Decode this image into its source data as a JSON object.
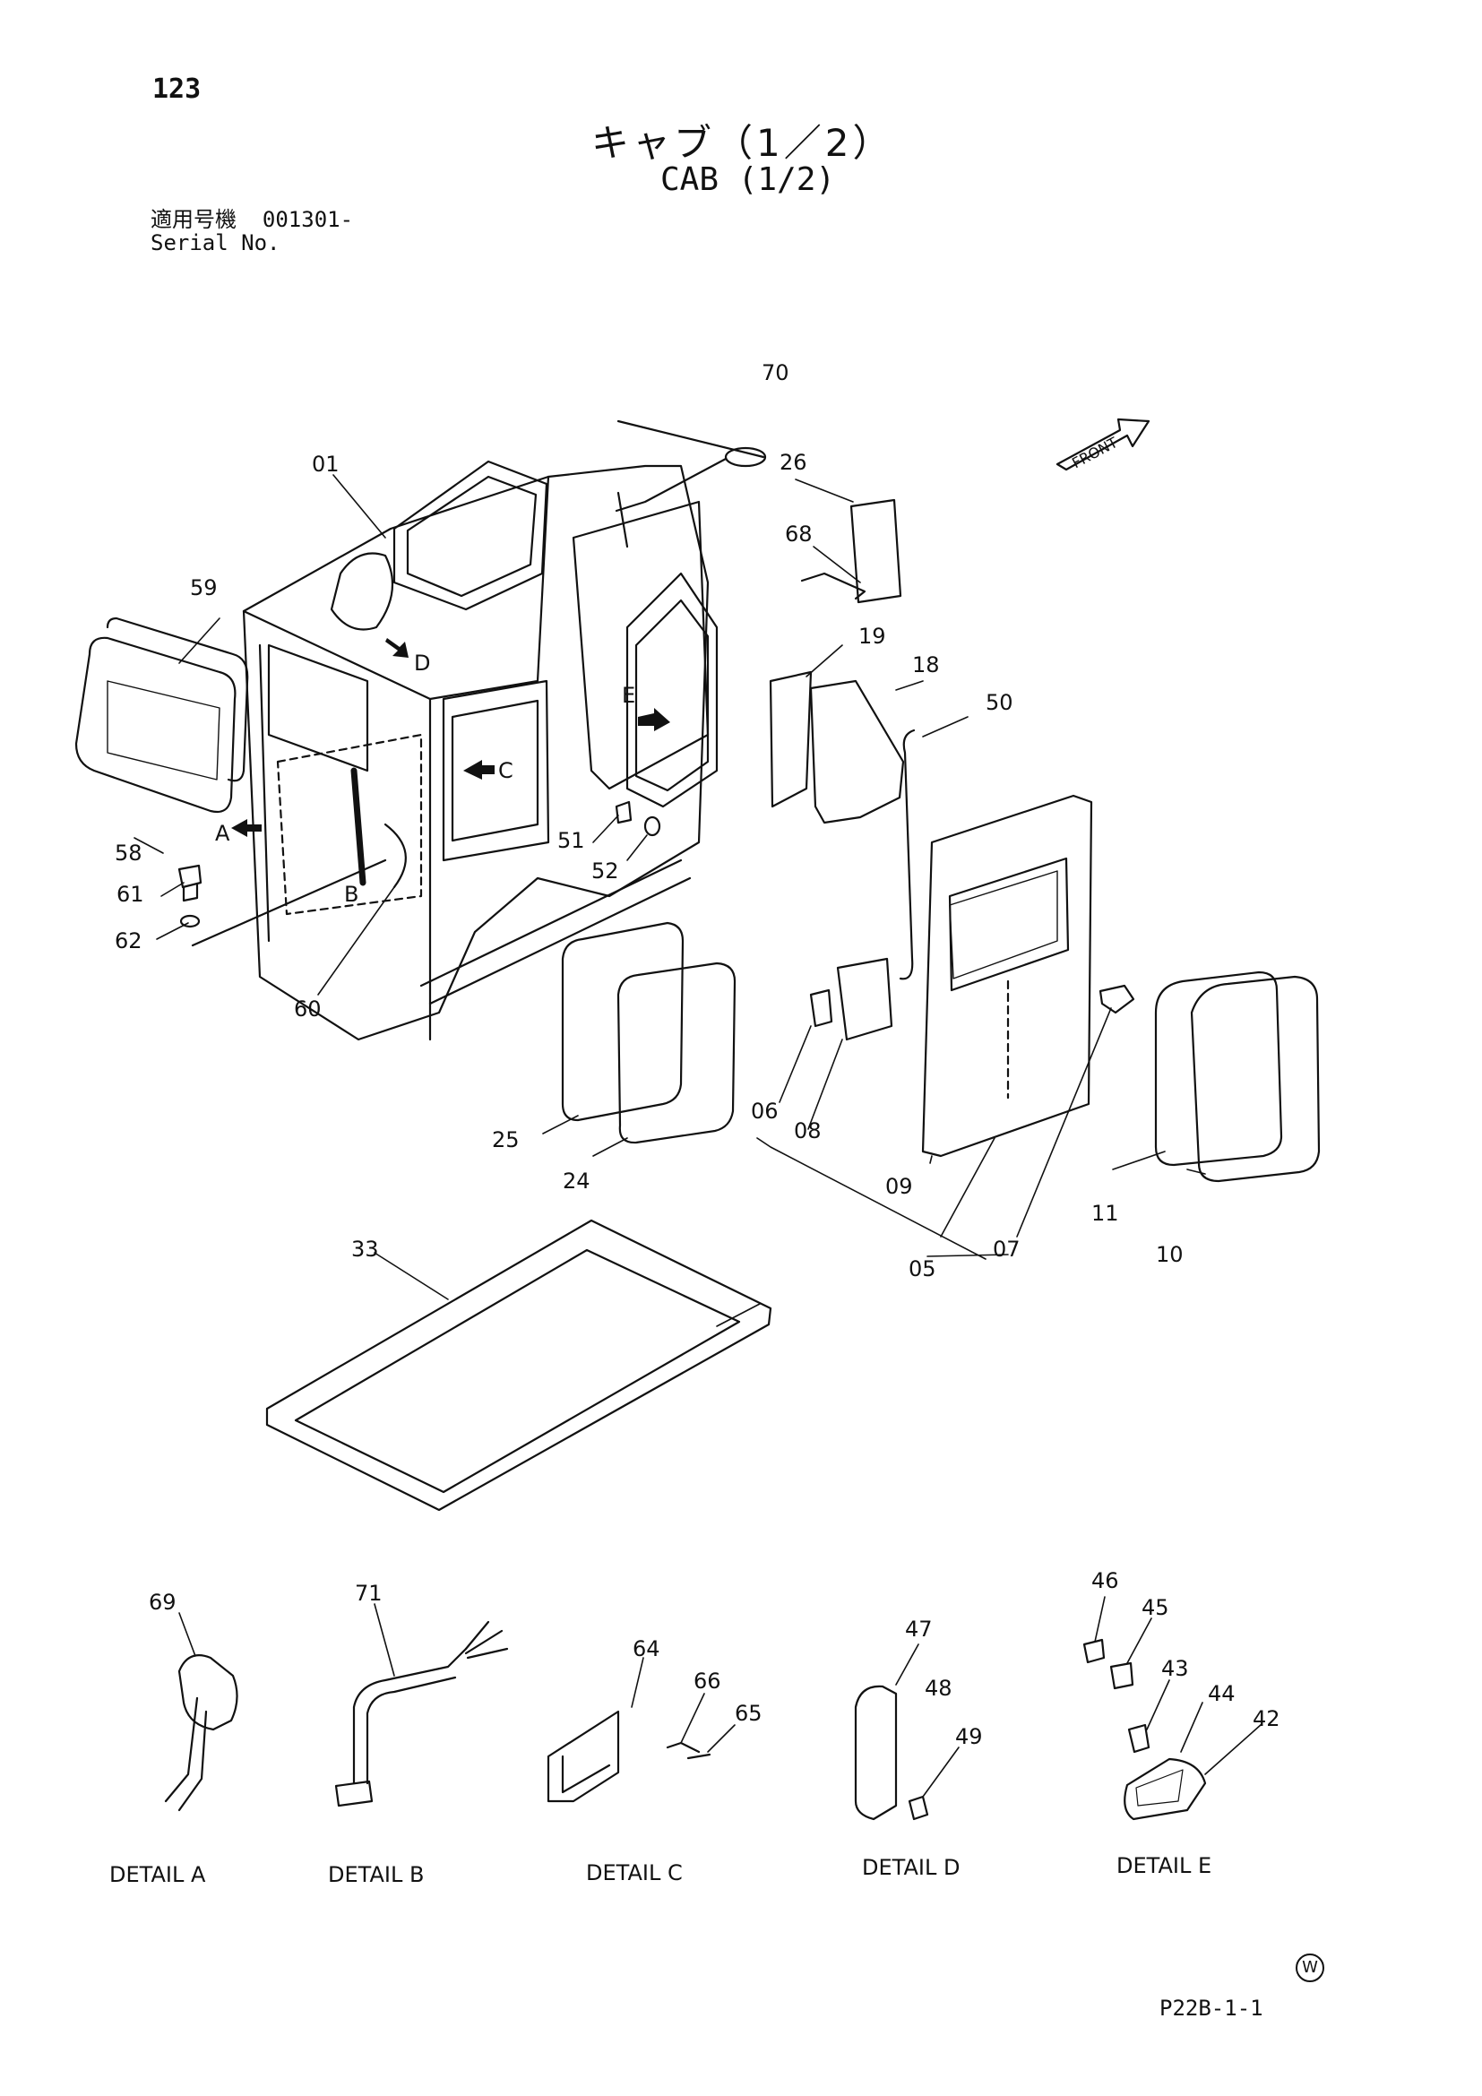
{
  "header": {
    "page_number": "123",
    "title_jp": "キャブ（1／2）",
    "title_en": "CAB (1/2)",
    "serial_label_jp": "適用号機",
    "serial_value": "001301-",
    "serial_label_en": "Serial No."
  },
  "diagram": {
    "front_label": "FRONT",
    "view_markers": [
      "A",
      "B",
      "C",
      "D",
      "E"
    ],
    "callouts": [
      "01",
      "05",
      "06",
      "07",
      "08",
      "09",
      "10",
      "11",
      "18",
      "19",
      "24",
      "25",
      "26",
      "33",
      "42",
      "43",
      "44",
      "45",
      "46",
      "47",
      "48",
      "49",
      "50",
      "51",
      "52",
      "58",
      "59",
      "60",
      "61",
      "62",
      "64",
      "65",
      "66",
      "68",
      "69",
      "70",
      "71"
    ],
    "details": {
      "a": "DETAIL A",
      "b": "DETAIL B",
      "c": "DETAIL C",
      "d": "DETAIL D",
      "e": "DETAIL E"
    }
  },
  "footer": {
    "code": "P22B-1-1",
    "mark": "W"
  }
}
